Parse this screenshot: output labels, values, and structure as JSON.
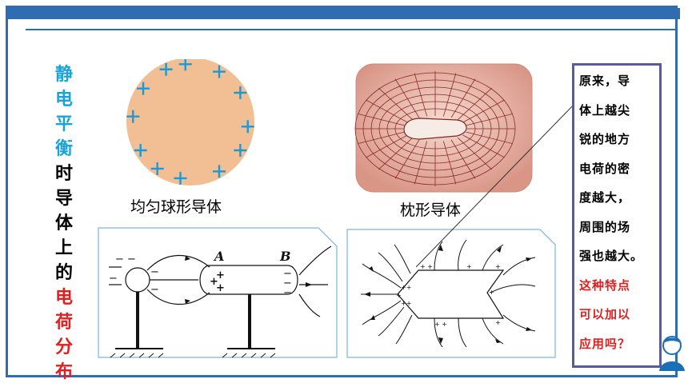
{
  "vertical_title": [
    {
      "ch": "静",
      "color": "#1aa3d9"
    },
    {
      "ch": "电",
      "color": "#1aa3d9"
    },
    {
      "ch": "平",
      "color": "#1aa3d9"
    },
    {
      "ch": "衡",
      "color": "#1aa3d9"
    },
    {
      "ch": "时",
      "color": "#000000"
    },
    {
      "ch": "导",
      "color": "#000000"
    },
    {
      "ch": "体",
      "color": "#000000"
    },
    {
      "ch": "上",
      "color": "#000000"
    },
    {
      "ch": "的",
      "color": "#000000"
    },
    {
      "ch": "电",
      "color": "#e02020"
    },
    {
      "ch": "荷",
      "color": "#e02020"
    },
    {
      "ch": "分",
      "color": "#e02020"
    },
    {
      "ch": "布",
      "color": "#e02020"
    }
  ],
  "captions": {
    "sphere": "均匀球形导体",
    "pillow": "枕形导体"
  },
  "diagram_labels": {
    "a": "A",
    "b": "B"
  },
  "note": {
    "lines": [
      {
        "text": "原来，导",
        "color": "#000000"
      },
      {
        "text": "体上越尖",
        "color": "#000000"
      },
      {
        "text": "锐的地方",
        "color": "#000000"
      },
      {
        "text": "电荷的密",
        "color": "#000000"
      },
      {
        "text": "度越大，",
        "color": "#000000"
      },
      {
        "text": "周围的场",
        "color": "#000000"
      },
      {
        "text": "强也越大。",
        "color": "#000000"
      },
      {
        "text": "这种特点",
        "color": "#e02020"
      },
      {
        "text": "可以加以",
        "color": "#e02020"
      },
      {
        "text": "应用吗？",
        "color": "#e02020"
      }
    ]
  },
  "colors": {
    "frame": "#2f6db0",
    "sphere_fill": "#f1bf93",
    "plus_sign": "#1a9ad6",
    "pillow_bg": "#e6a89a"
  }
}
